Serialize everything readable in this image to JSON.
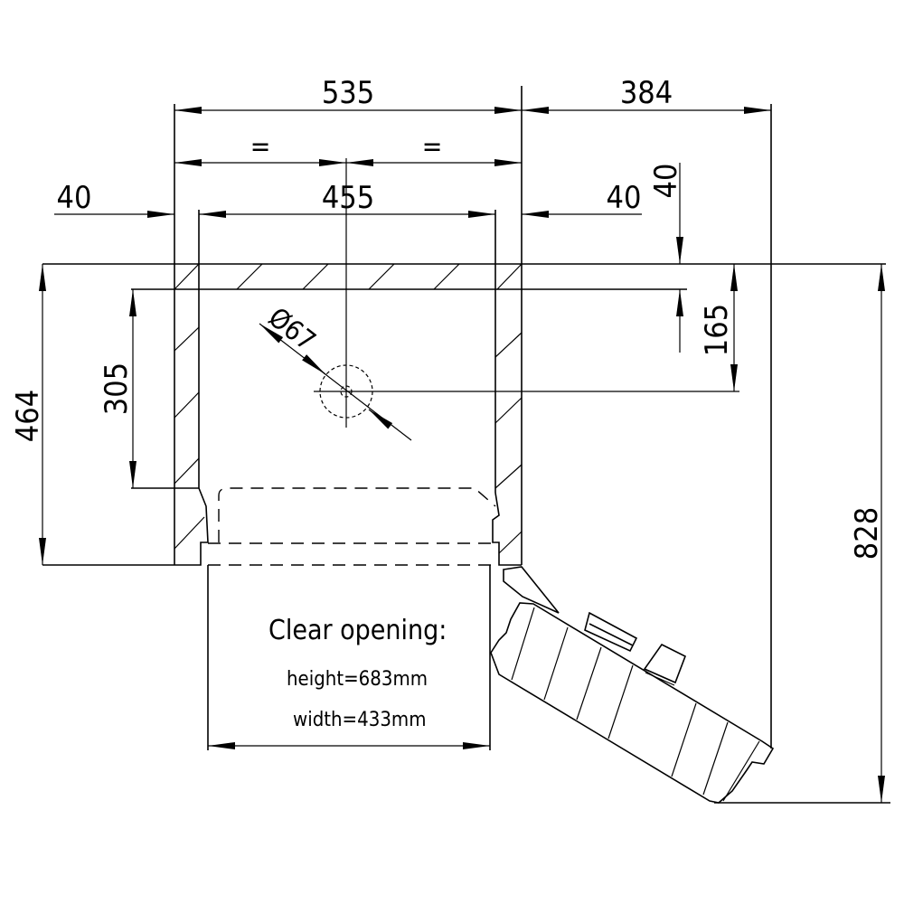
{
  "dimensions": {
    "overall_width": "535",
    "side_width": "384",
    "equal_left": "=",
    "equal_right": "=",
    "inner_width": "455",
    "left_wall": "40",
    "right_wall": "40",
    "top_wall": "40",
    "hole_diameter": "Ø67",
    "hole_depth": "165",
    "inner_height_to_door": "305",
    "cabinet_height": "464",
    "total_depth": "828"
  },
  "opening": {
    "title": "Clear opening:",
    "height": "height=683mm",
    "width": "width=433mm"
  }
}
